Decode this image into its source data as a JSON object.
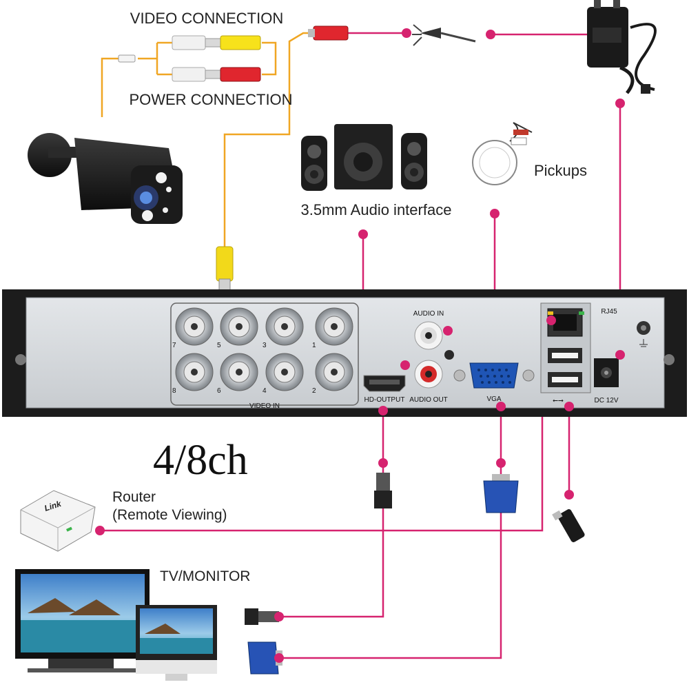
{
  "labels": {
    "video_connection": "VIDEO CONNECTION",
    "power_connection": "POWER CONNECTION",
    "audio_interface": "3.5mm Audio interface",
    "pickups": "Pickups",
    "channels": "4/8ch",
    "router_line1": "Router",
    "router_line2": "(Remote Viewing)",
    "tv_monitor": "TV/MONITOR",
    "router_brand": "Link"
  },
  "panel": {
    "audio_in": "AUDIO IN",
    "audio_out": "AUDIO OUT",
    "hd_output": "HD-OUTPUT",
    "vga": "VGA",
    "rj45": "RJ45",
    "dc12v": "DC 12V",
    "video_in": "VIDEO IN",
    "bnc_top": [
      "7",
      "5",
      "3",
      "1"
    ],
    "bnc_bottom": [
      "8",
      "6",
      "4",
      "2"
    ]
  },
  "colors": {
    "wire_pink": "#d6236f",
    "wire_orange": "#f0a623",
    "panel_gray": "#d4d8dc",
    "frame_black": "#1c1c1c"
  },
  "icons": [
    "camera-icon",
    "power-adapter-icon",
    "splitter-icon",
    "speaker-icon",
    "microphone-icon",
    "router-icon",
    "monitor-icon",
    "usb-mouse-icon",
    "hdmi-plug-icon",
    "vga-plug-icon",
    "bnc-connector-icon",
    "rca-jack-icon",
    "ethernet-port-icon",
    "usb-port-icon",
    "ground-icon"
  ]
}
